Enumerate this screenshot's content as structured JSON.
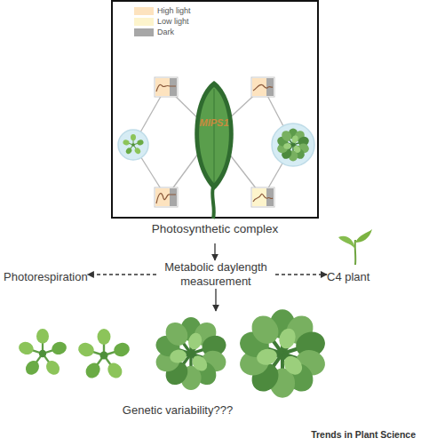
{
  "diagram": {
    "nodes": [
      {
        "text": [
          "Photosynthetic complex"
        ]
      },
      {
        "text": [
          "MIPS1"
        ],
        "in": 0
      },
      {
        "text": [
          "Metabolic daylength measurement"
        ]
      },
      {
        "text": [
          "Photorespiration"
        ]
      },
      {
        "text": [
          "C4 plant"
        ]
      },
      {
        "text": [
          "Genetic variability???"
        ]
      }
    ],
    "edges": [
      {
        "from": 0,
        "to": 2,
        "arrow": "to"
      },
      {
        "from": 2,
        "to": 3,
        "arrow": "to"
      },
      {
        "from": 2,
        "to": 4,
        "arrow": "to"
      },
      {
        "from": 2,
        "to": 5,
        "arrow": "to"
      }
    ],
    "labels": [
      "Trends in Plant Science"
    ],
    "legend": [
      {
        "text": "High light",
        "color": "#fde3bf"
      },
      {
        "text": "Low light",
        "color": "#fdf4cc"
      },
      {
        "text": "Dark",
        "color": "#a7a7a7"
      }
    ]
  }
}
